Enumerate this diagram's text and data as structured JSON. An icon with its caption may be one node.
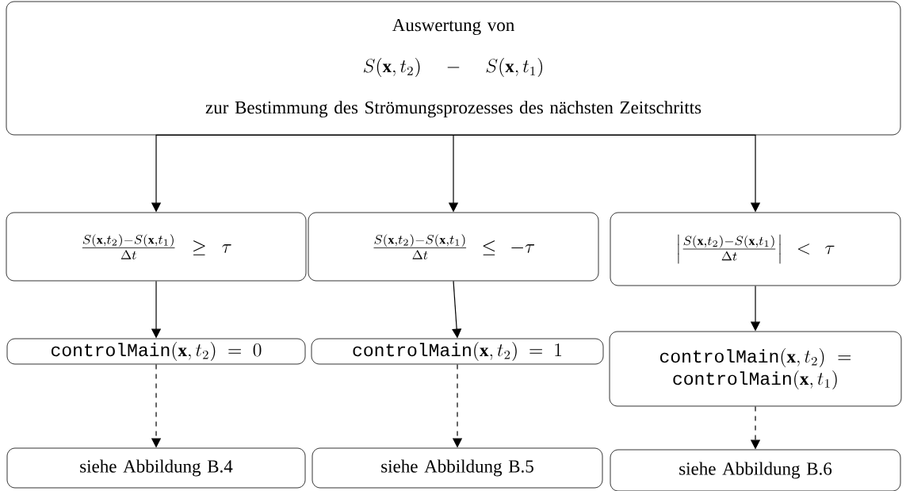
{
  "diagram": {
    "nodes": [
      {
        "text": [
          "Auswertung von",
          "S(\\mathbf{x},t_2)-S(\\mathbf{x},t_1)",
          "zur Bestimmung des Strömungsprozesses des nächsten Zeitschritts"
        ]
      },
      {
        "text": [
          "\\frac{S(\\mathbf{x},t_2)-S(\\mathbf{x},t_1)}{\\Delta t} \\geq \\tau"
        ]
      },
      {
        "text": [
          "\\frac{S(\\mathbf{x},t_2)-S(\\mathbf{x},t_1)}{\\Delta t} \\leq -\\tau"
        ]
      },
      {
        "text": [
          "\\left|\\frac{S(\\mathbf{x},t_2)-S(\\mathbf{x},t_1)}{\\Delta t}\\right| < \\tau"
        ]
      },
      {
        "text": [
          "\\texttt{controlMain}(\\mathbf{x},t_2) = 0"
        ]
      },
      {
        "text": [
          "\\texttt{controlMain}(\\mathbf{x},t_2) = 1"
        ]
      },
      {
        "text": [
          "\\texttt{controlMain}(\\mathbf{x},t_2) = \\texttt{controlMain}(\\mathbf{x},t_1)"
        ]
      },
      {
        "text": [
          "siehe Abbildung B.4"
        ]
      },
      {
        "text": [
          "siehe Abbildung B.5"
        ]
      },
      {
        "text": [
          "siehe Abbildung B.6"
        ]
      }
    ],
    "edges": [
      {
        "from": 0,
        "to": 1,
        "arrow": "to"
      },
      {
        "from": 0,
        "to": 2,
        "arrow": "to"
      },
      {
        "from": 0,
        "to": 3,
        "arrow": "to"
      },
      {
        "from": 1,
        "to": 4,
        "arrow": "to"
      },
      {
        "from": 2,
        "to": 5,
        "arrow": "to"
      },
      {
        "from": 3,
        "to": 6,
        "arrow": "to"
      },
      {
        "from": 4,
        "to": 7,
        "arrow": "to",
        "style": "dashed"
      },
      {
        "from": 5,
        "to": 8,
        "arrow": "to",
        "style": "dashed"
      },
      {
        "from": 6,
        "to": 9,
        "arrow": "to",
        "style": "dashed"
      }
    ]
  }
}
